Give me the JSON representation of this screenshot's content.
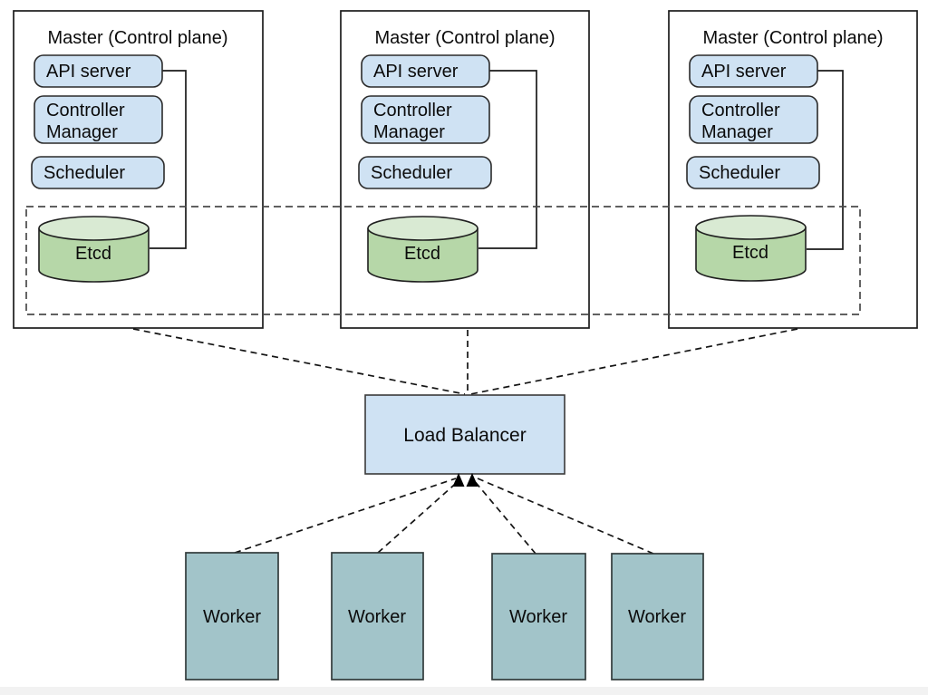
{
  "diagram": {
    "masters": [
      {
        "title": "Master (Control plane)",
        "components": [
          {
            "label": "API server"
          },
          {
            "label": "Controller Manager",
            "lines": [
              "Controller",
              "Manager"
            ]
          },
          {
            "label": "Scheduler"
          }
        ],
        "datastore": {
          "label": "Etcd"
        }
      },
      {
        "title": "Master (Control plane)",
        "components": [
          {
            "label": "API server"
          },
          {
            "label": "Controller Manager",
            "lines": [
              "Controller",
              "Manager"
            ]
          },
          {
            "label": "Scheduler"
          }
        ],
        "datastore": {
          "label": "Etcd"
        }
      },
      {
        "title": "Master (Control plane)",
        "components": [
          {
            "label": "API server"
          },
          {
            "label": "Controller Manager",
            "lines": [
              "Controller",
              "Manager"
            ]
          },
          {
            "label": "Scheduler"
          }
        ],
        "datastore": {
          "label": "Etcd"
        }
      }
    ],
    "load_balancer": {
      "label": "Load Balancer"
    },
    "workers": [
      {
        "label": "Worker"
      },
      {
        "label": "Worker"
      },
      {
        "label": "Worker"
      },
      {
        "label": "Worker"
      }
    ],
    "colors": {
      "master_fill": "#ffffff",
      "component_fill": "#cfe2f3",
      "load_balancer_fill": "#cfe2f3",
      "worker_fill": "#a2c4c9",
      "etcd_body_fill": "#b6d7a8",
      "etcd_top_fill": "#d9ead3",
      "arrow_fill": "#000000",
      "bottom_strip": "#f2f2f2"
    }
  }
}
